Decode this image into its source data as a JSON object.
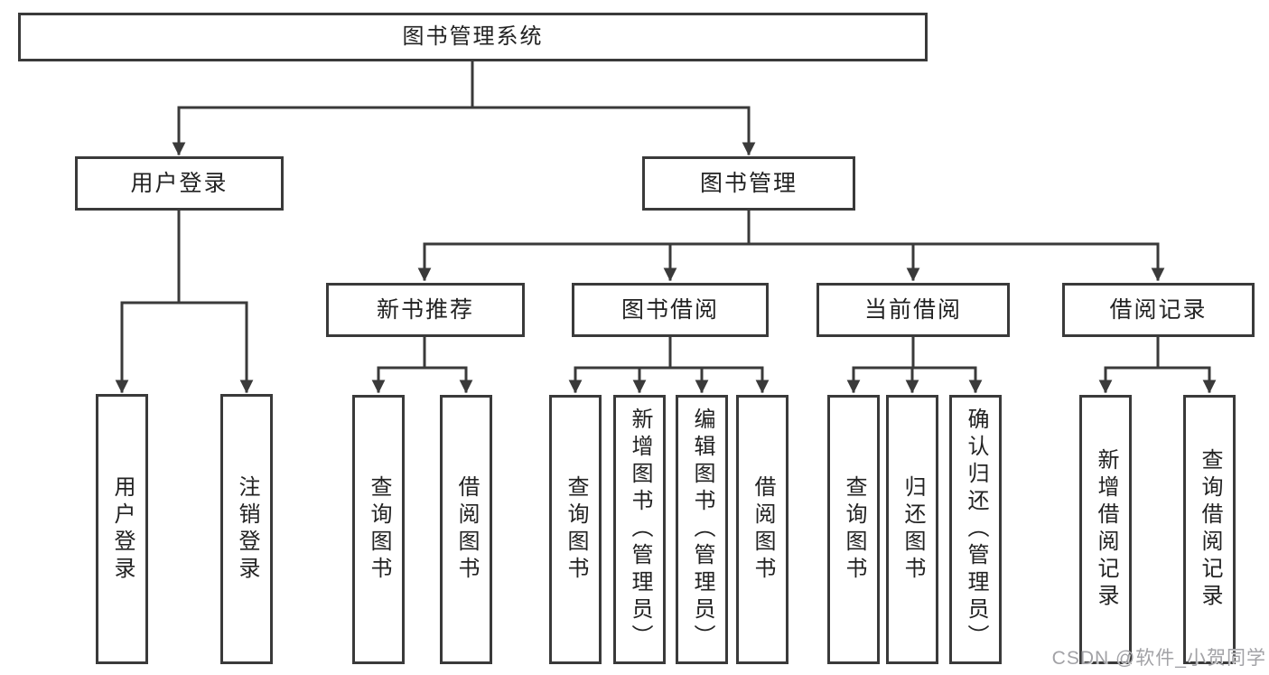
{
  "colors": {
    "line": "#3a3a3a",
    "text": "#222222",
    "watermark_text": "#a2a2a6",
    "background": "#ffffff"
  },
  "tree": {
    "root": {
      "label": "图书管理系统"
    },
    "children": [
      {
        "label": "用户登录",
        "children": [
          {
            "label": "用户登录"
          },
          {
            "label": "注销登录"
          }
        ]
      },
      {
        "label": "图书管理",
        "children": [
          {
            "label": "新书推荐",
            "children": [
              {
                "label": "查询图书"
              },
              {
                "label": "借阅图书"
              }
            ]
          },
          {
            "label": "图书借阅",
            "children": [
              {
                "label": "查询图书"
              },
              {
                "label": "新增图书（管理员）"
              },
              {
                "label": "编辑图书（管理员）"
              },
              {
                "label": "借阅图书"
              }
            ]
          },
          {
            "label": "当前借阅",
            "children": [
              {
                "label": "查询图书"
              },
              {
                "label": "归还图书"
              },
              {
                "label": "确认归还（管理员）"
              }
            ]
          },
          {
            "label": "借阅记录",
            "children": [
              {
                "label": "新增借阅记录"
              },
              {
                "label": "查询借阅记录"
              }
            ]
          }
        ]
      }
    ]
  },
  "watermark": {
    "text": "CSDN @软件_小贺同学"
  }
}
